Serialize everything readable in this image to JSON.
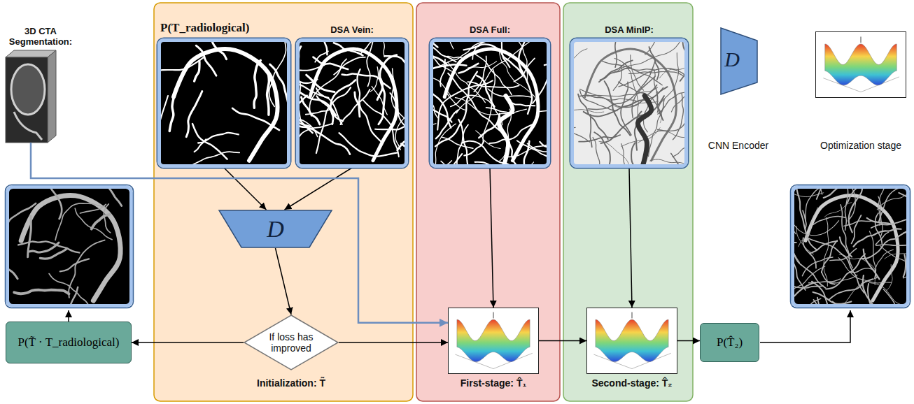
{
  "diagram": {
    "nodes": [
      {
        "text": [
          "3D CTA Segmentation:"
        ]
      },
      {
        "text": [
          "P(T_radiological)"
        ]
      },
      {
        "text": [
          "DSA Vein:"
        ]
      },
      {
        "text": [
          "DSA Full:"
        ]
      },
      {
        "text": [
          "DSA MinIP:"
        ]
      },
      {
        "text": [
          "D"
        ]
      },
      {
        "text": [
          "If loss has improved",
          "Initialization: T̃"
        ]
      },
      {
        "text": [
          "First-stage: T̂₁"
        ]
      },
      {
        "text": [
          "Second-stage: T̂₂"
        ]
      },
      {
        "text": [
          "P(T̃ · T_radiological)"
        ]
      },
      {
        "text": [
          "P(T̂₂)"
        ]
      }
    ],
    "edges": [
      {
        "from": 1,
        "to": 5,
        "arrow": "to"
      },
      {
        "from": 2,
        "to": 5,
        "arrow": "to"
      },
      {
        "from": 5,
        "to": 6,
        "arrow": "to"
      },
      {
        "from": 6,
        "to": 9,
        "arrow": "to"
      },
      {
        "from": 6,
        "to": 7,
        "arrow": "to"
      },
      {
        "from": 0,
        "to": 7,
        "arrow": "to"
      },
      {
        "from": 3,
        "to": 7,
        "arrow": "to"
      },
      {
        "from": 4,
        "to": 8,
        "arrow": "to"
      },
      {
        "from": 7,
        "to": 8,
        "arrow": "to"
      },
      {
        "from": 8,
        "to": 10,
        "arrow": "to"
      }
    ],
    "labels": [
      "D"
    ],
    "legend": [
      {
        "text": "CNN Encoder"
      },
      {
        "text": "Optimization stage"
      }
    ]
  }
}
